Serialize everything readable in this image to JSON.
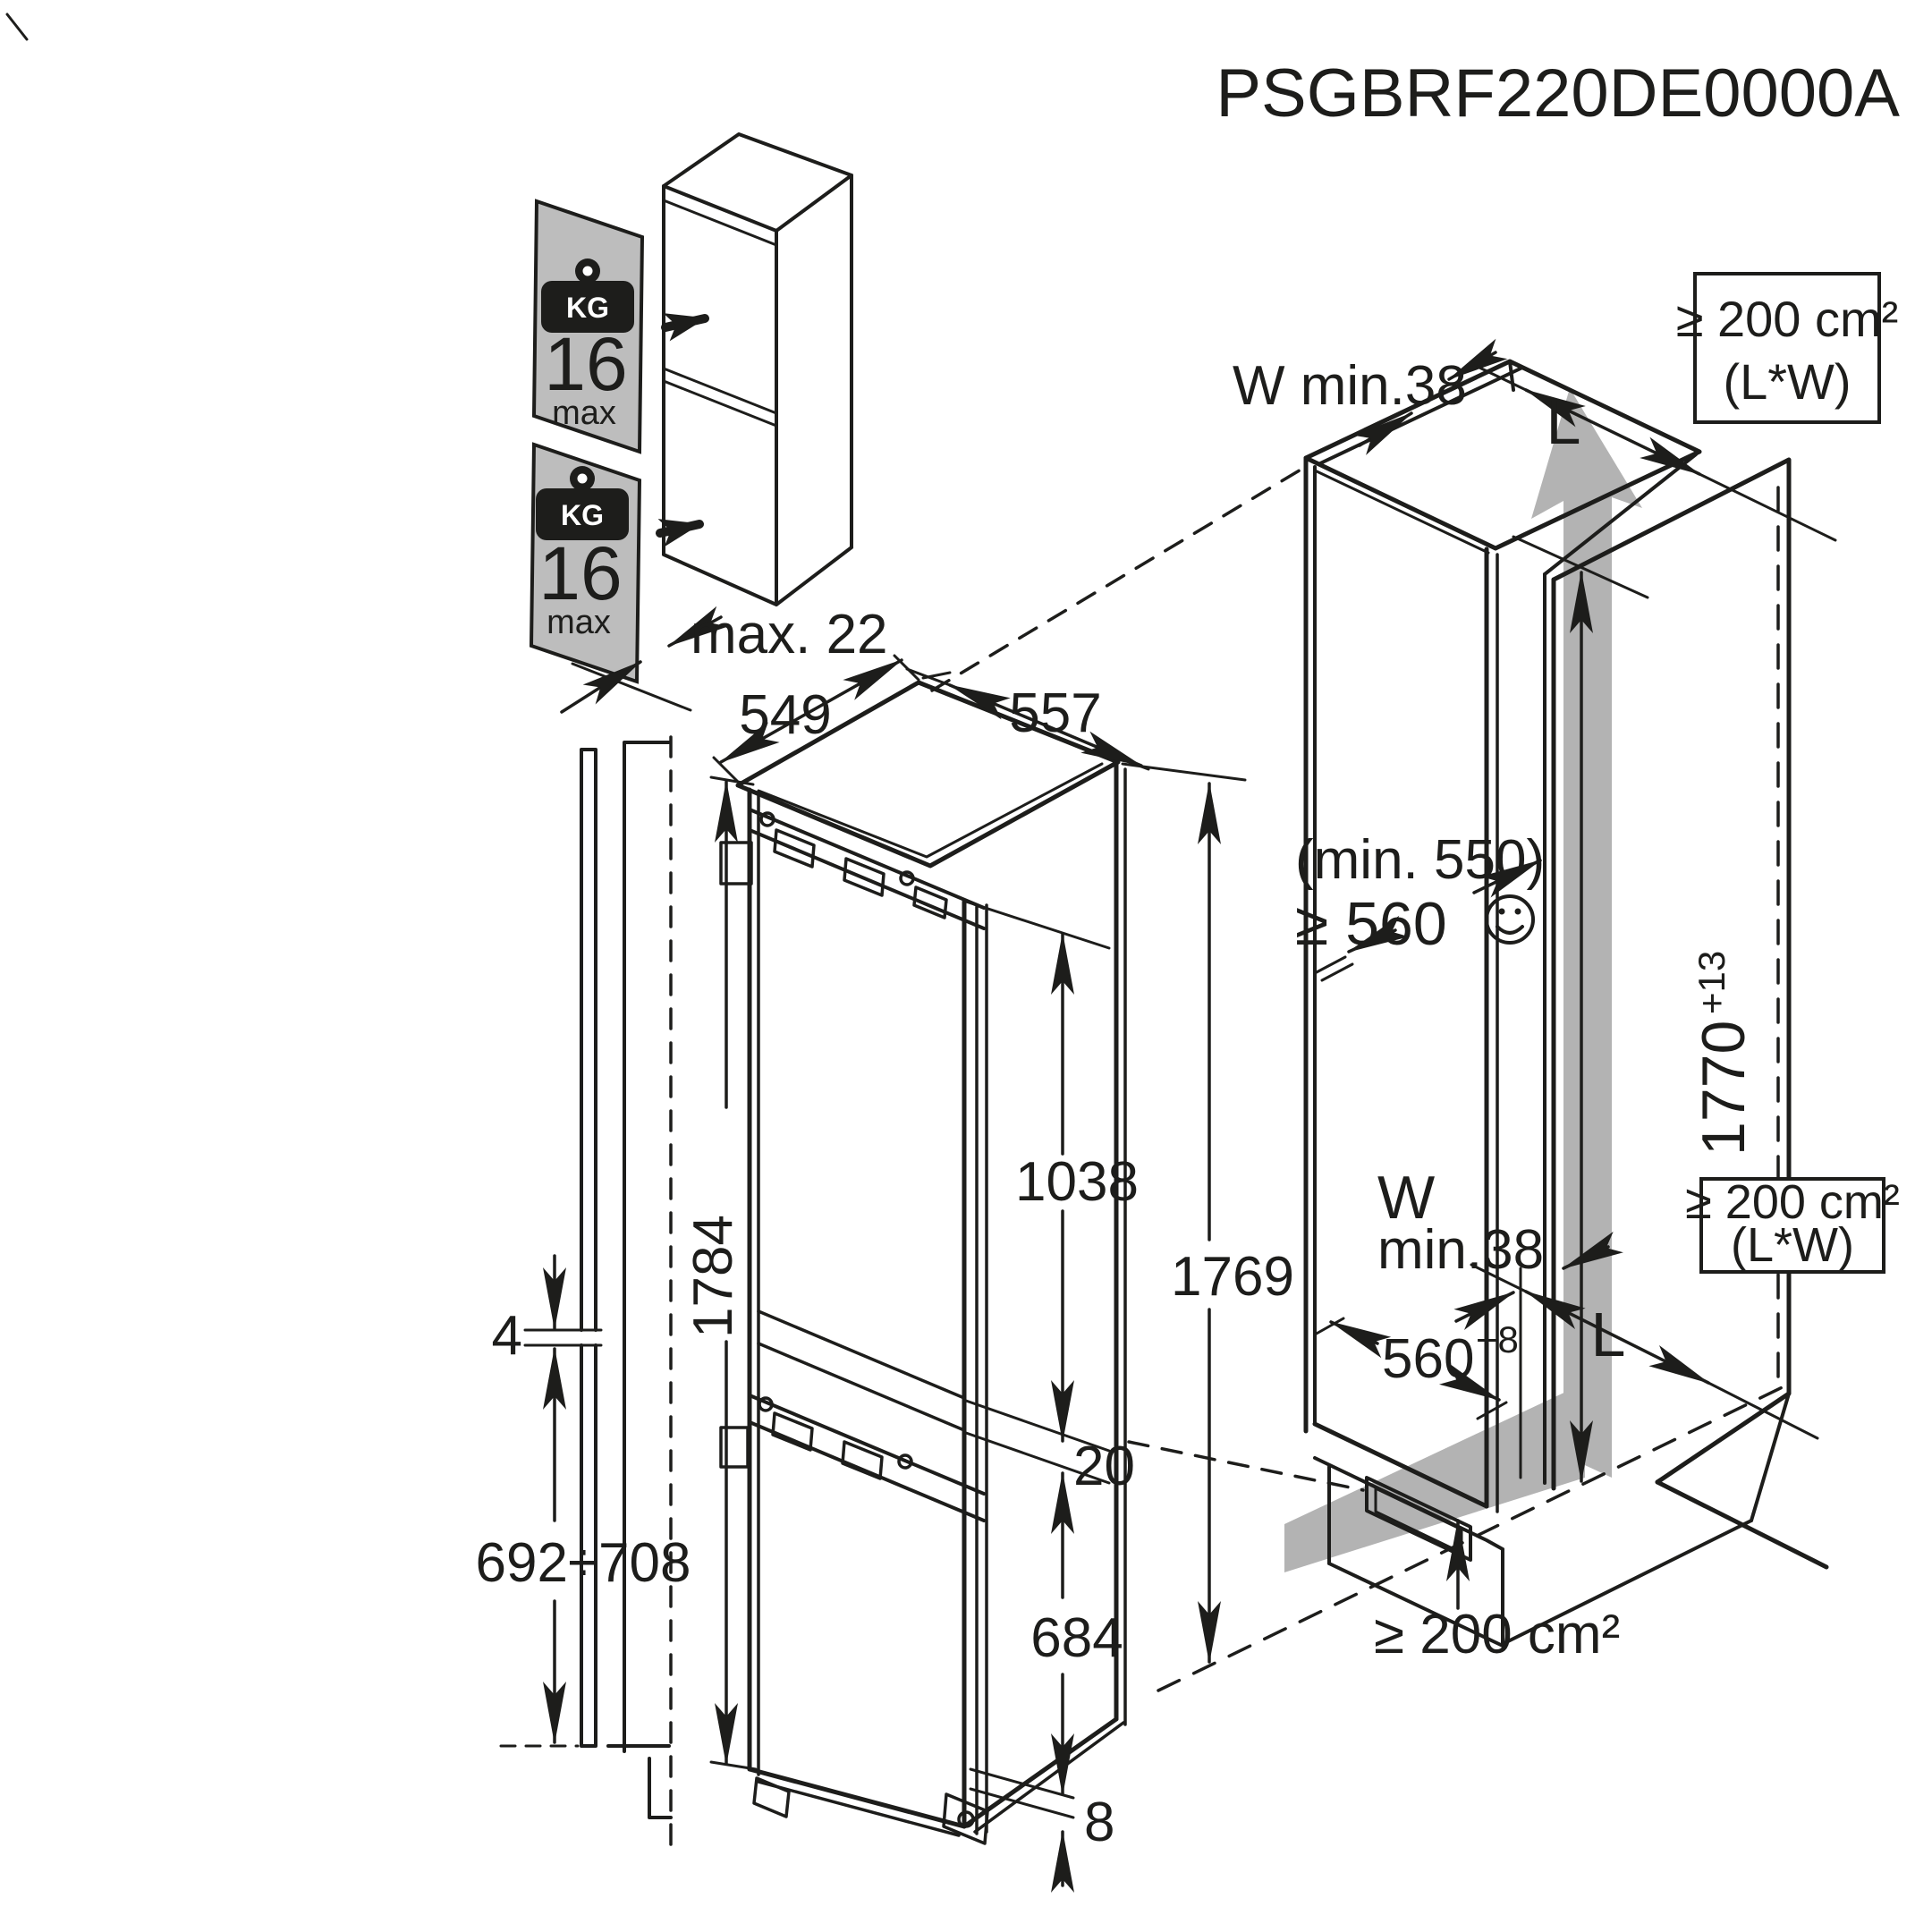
{
  "model_code": "PSGBRF220DE0000A",
  "colors": {
    "line": "#1d1d1b",
    "panel_gray": "#bdbdbd",
    "airflow_gray": "#b3b3b3"
  },
  "door_panels_figure": {
    "upper_panel": {
      "kg_label": "KG",
      "weight": "16",
      "max_label": "max"
    },
    "lower_panel": {
      "kg_label": "KG",
      "weight": "16",
      "max_label": "max"
    },
    "panel_thickness": "max. 22"
  },
  "appliance_figure": {
    "top_width": "549",
    "top_depth": "557",
    "height_left": "1784",
    "upper_door_height": "1038",
    "height_right": "1769",
    "door_gap": "20",
    "lower_door_height": "684",
    "bottom_clearance": "8"
  },
  "side_view_figure": {
    "door_gap": "4",
    "lower_panel_height_range": "692÷708"
  },
  "niche_figure": {
    "top_clearance": "W min.38",
    "top_vent_area_line1": "≥ 200 cm²",
    "top_vent_area_line2": "(L*W)",
    "top_length": "L",
    "depth_note": "(min. 550)",
    "depth_min": "≥ 560",
    "niche_height": "1770",
    "niche_height_tolerance": "+13",
    "rear_vent_area_line1": "≥ 200 cm²",
    "rear_vent_area_line2": "(L*W)",
    "side_clearance_w": "W",
    "side_clearance_value": "min.38",
    "niche_width": "560",
    "niche_width_tolerance": "+8",
    "bottom_length": "L",
    "bottom_vent_area": "≥ 200 cm²"
  }
}
